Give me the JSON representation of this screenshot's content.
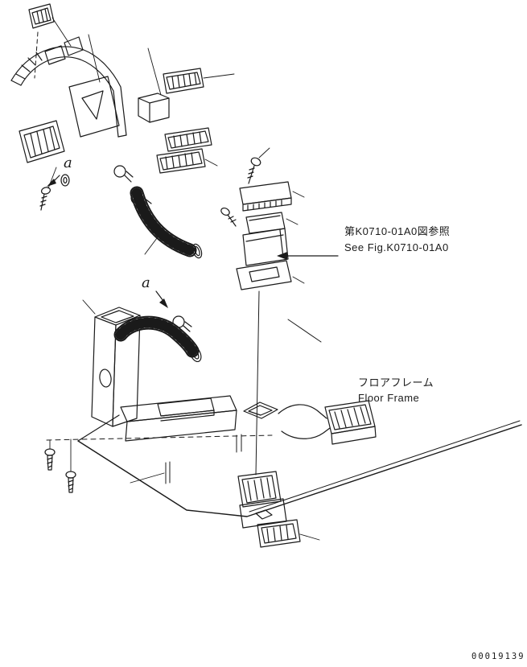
{
  "annotations": {
    "see_fig_jp": "第K0710-01A0図参照",
    "see_fig_en": "See Fig.K0710-01A0",
    "floor_frame_jp": "フロアフレーム",
    "floor_frame_en": "Floor Frame",
    "label_a_upper": "a",
    "label_a_lower": "a",
    "part_number": "00019139"
  },
  "colors": {
    "line": "#1a1a1a",
    "background": "#ffffff"
  }
}
